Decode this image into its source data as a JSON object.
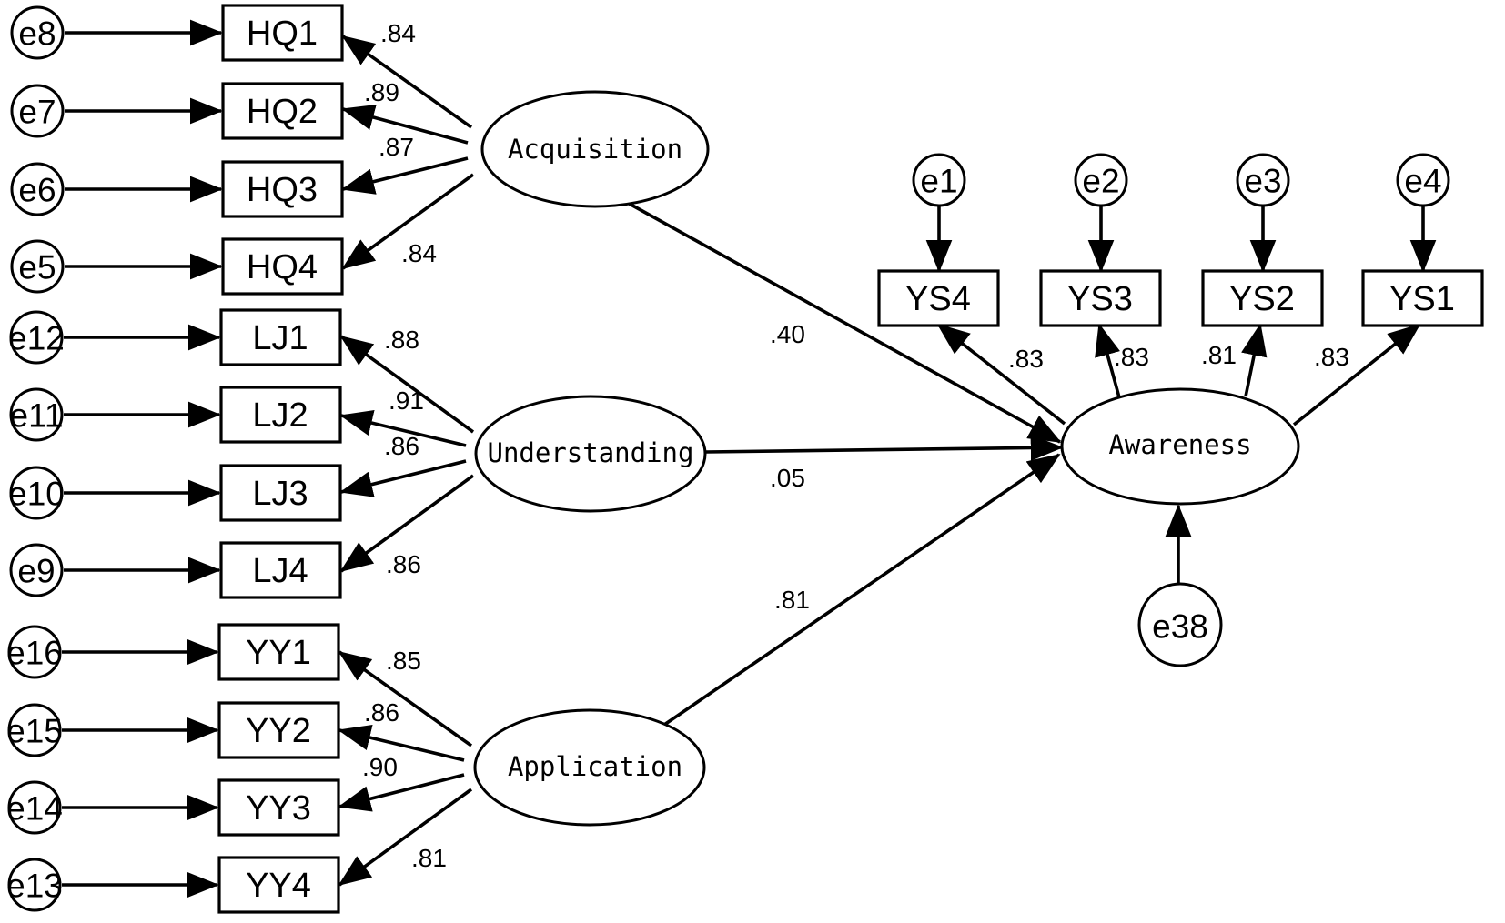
{
  "latents": {
    "acquisition": "Acquisition",
    "understanding": "Understanding",
    "application": "Application",
    "awareness": "Awareness"
  },
  "indicators": {
    "hq": [
      "HQ1",
      "HQ2",
      "HQ3",
      "HQ4"
    ],
    "lj": [
      "LJ1",
      "LJ2",
      "LJ3",
      "LJ4"
    ],
    "yy": [
      "YY1",
      "YY2",
      "YY3",
      "YY4"
    ],
    "ys": [
      "YS4",
      "YS3",
      "YS2",
      "YS1"
    ]
  },
  "errors": {
    "hq": [
      "e8",
      "e7",
      "e6",
      "e5"
    ],
    "lj": [
      "e12",
      "e11",
      "e10",
      "e9"
    ],
    "yy": [
      "e16",
      "e15",
      "e14",
      "e13"
    ],
    "ys": [
      "e1",
      "e2",
      "e3",
      "e4"
    ],
    "awareness": "e38"
  },
  "loadings": {
    "hq": [
      ".84",
      ".89",
      ".87",
      ".84"
    ],
    "lj": [
      ".88",
      ".91",
      ".86",
      ".86"
    ],
    "yy": [
      ".85",
      ".86",
      ".90",
      ".81"
    ],
    "ys": [
      ".83",
      ".83",
      ".81",
      ".83"
    ]
  },
  "paths": {
    "acquisition_awareness": ".40",
    "understanding_awareness": ".05",
    "application_awareness": ".81"
  }
}
